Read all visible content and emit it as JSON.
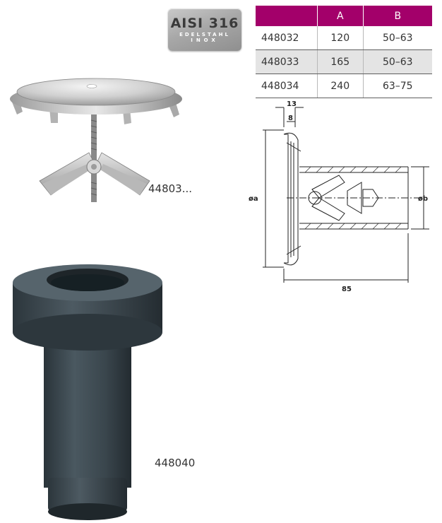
{
  "badge": {
    "main": "AISI 316",
    "line1": "EDELSTAHL",
    "line2": "INOX"
  },
  "table": {
    "headers": [
      "",
      "A",
      "B"
    ],
    "rows": [
      [
        "448032",
        "120",
        "50–63"
      ],
      [
        "448033",
        "165",
        "50–63"
      ],
      [
        "448034",
        "240",
        "63–75"
      ]
    ]
  },
  "products": {
    "cover_caption": "44803...",
    "sleeve_caption": "448040"
  },
  "drawing": {
    "dim_top_outer": "13",
    "dim_top_inner": "8",
    "dim_a": "øa",
    "dim_b": "øb",
    "dim_length": "85"
  },
  "colors": {
    "header_bg": "#a3006a",
    "row_alt": "#e4e4e4",
    "sleeve": "#3e4a52"
  }
}
